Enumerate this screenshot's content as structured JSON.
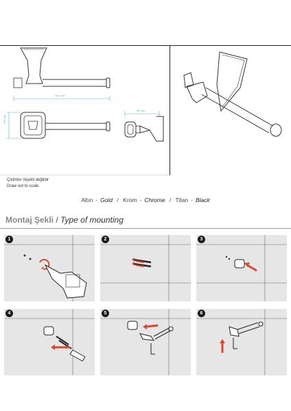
{
  "drawing": {
    "dim_width": "147 mm",
    "dim_height": "64 mm",
    "dim_depth": "56 mm",
    "note_tr": "Çizimler ölçekli değildir",
    "note_en": "Draw not to scale"
  },
  "finishes": [
    {
      "tr": "Altın",
      "en": "Gold"
    },
    {
      "tr": "Krom",
      "en": "Chrome"
    },
    {
      "tr": "Titan",
      "en": "Black"
    }
  ],
  "finish_separator": "-",
  "finish_divider": "/",
  "mounting": {
    "title_tr": "Montaj Şekli",
    "divider": "/",
    "title_en": "Type of mounting"
  },
  "steps": [
    {
      "number": "1"
    },
    {
      "number": "2"
    },
    {
      "number": "3"
    },
    {
      "number": "4"
    },
    {
      "number": "5"
    },
    {
      "number": "6"
    }
  ],
  "colors": {
    "dimension": "#4bb3c2",
    "arrow": "#d9472b",
    "panel": "#e6e6e6"
  }
}
